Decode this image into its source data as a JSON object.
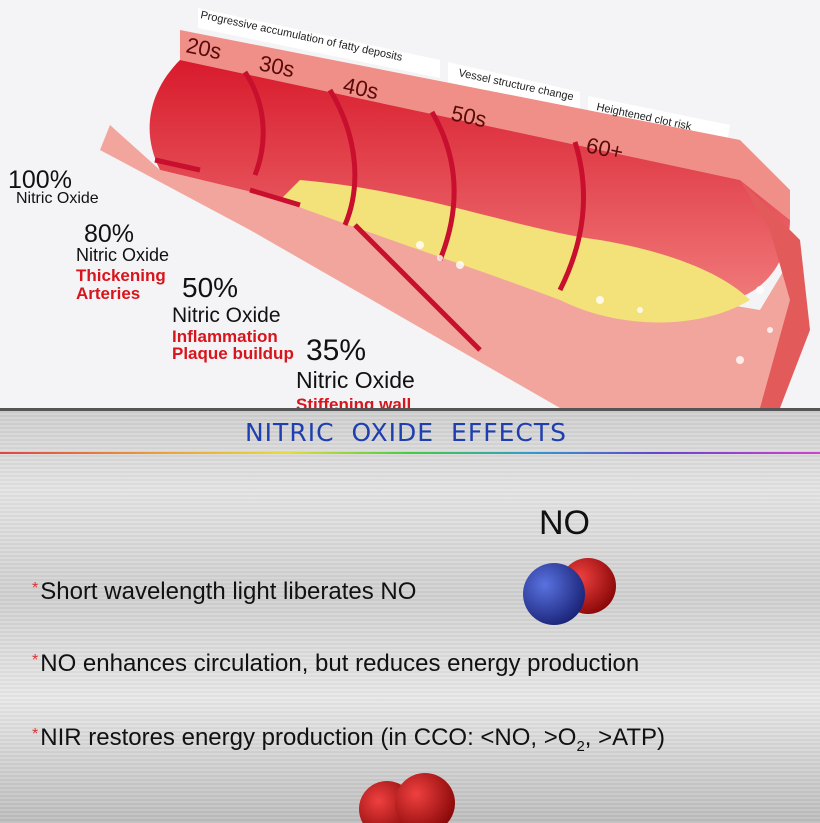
{
  "illustration": {
    "header_labels": [
      "Progressive accumulation of fatty deposits",
      "Vessel structure change",
      "Heightened clot risk"
    ],
    "ages": [
      "20s",
      "30s",
      "40s",
      "50s",
      "60+"
    ],
    "levels": [
      {
        "percent": "100%",
        "label": "Nitric Oxide",
        "effect": []
      },
      {
        "percent": "80%",
        "label": "Nitric Oxide",
        "effect": [
          "Thickening",
          "Arteries"
        ]
      },
      {
        "percent": "50%",
        "label": "Nitric Oxide",
        "effect": [
          "Inflammation",
          "Plaque buildup"
        ]
      },
      {
        "percent": "35%",
        "label": "Nitric Oxide",
        "effect": [
          "Stiffening wall"
        ]
      }
    ]
  },
  "slide": {
    "title": "NITRIC  OXIDE  EFFECTS",
    "molecule_label": "NO",
    "bullet_marker": "*",
    "bullets": [
      "Short wavelength light liberates NO",
      "NO enhances circulation, but reduces energy production",
      "NIR restores energy production (in CCO: <NO, >O",
      "2",
      ", >ATP)"
    ],
    "colors": {
      "title": "#1f3fb0",
      "nitrogen": "#3a4fc0",
      "oxygen": "#d01818",
      "accent_red": "#d8141c"
    }
  }
}
